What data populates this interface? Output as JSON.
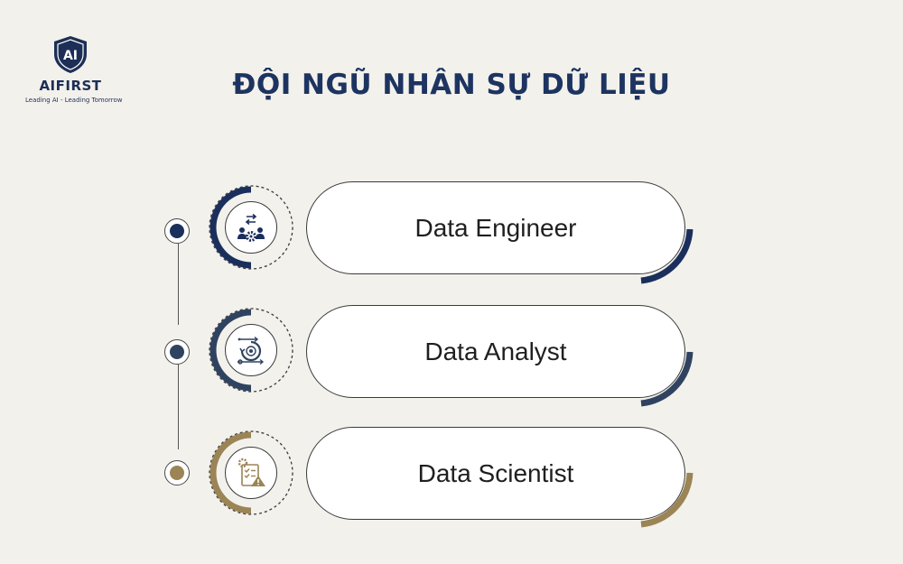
{
  "logo": {
    "mark": "AI",
    "name": "AIFIRST",
    "tagline": "Leading AI - Leading Tomorrow",
    "color": "#1d2f56"
  },
  "title": "ĐỘI NGŨ NHÂN SỰ DỮ LIỆU",
  "roles": [
    {
      "label": "Data Engineer",
      "icon": "team-exchange-gear-icon",
      "accent": "#1b2f5c"
    },
    {
      "label": "Data Analyst",
      "icon": "process-cycle-target-icon",
      "accent": "#2f4360"
    },
    {
      "label": "Data Scientist",
      "icon": "checklist-gear-warning-icon",
      "accent": "#9b8455"
    }
  ]
}
